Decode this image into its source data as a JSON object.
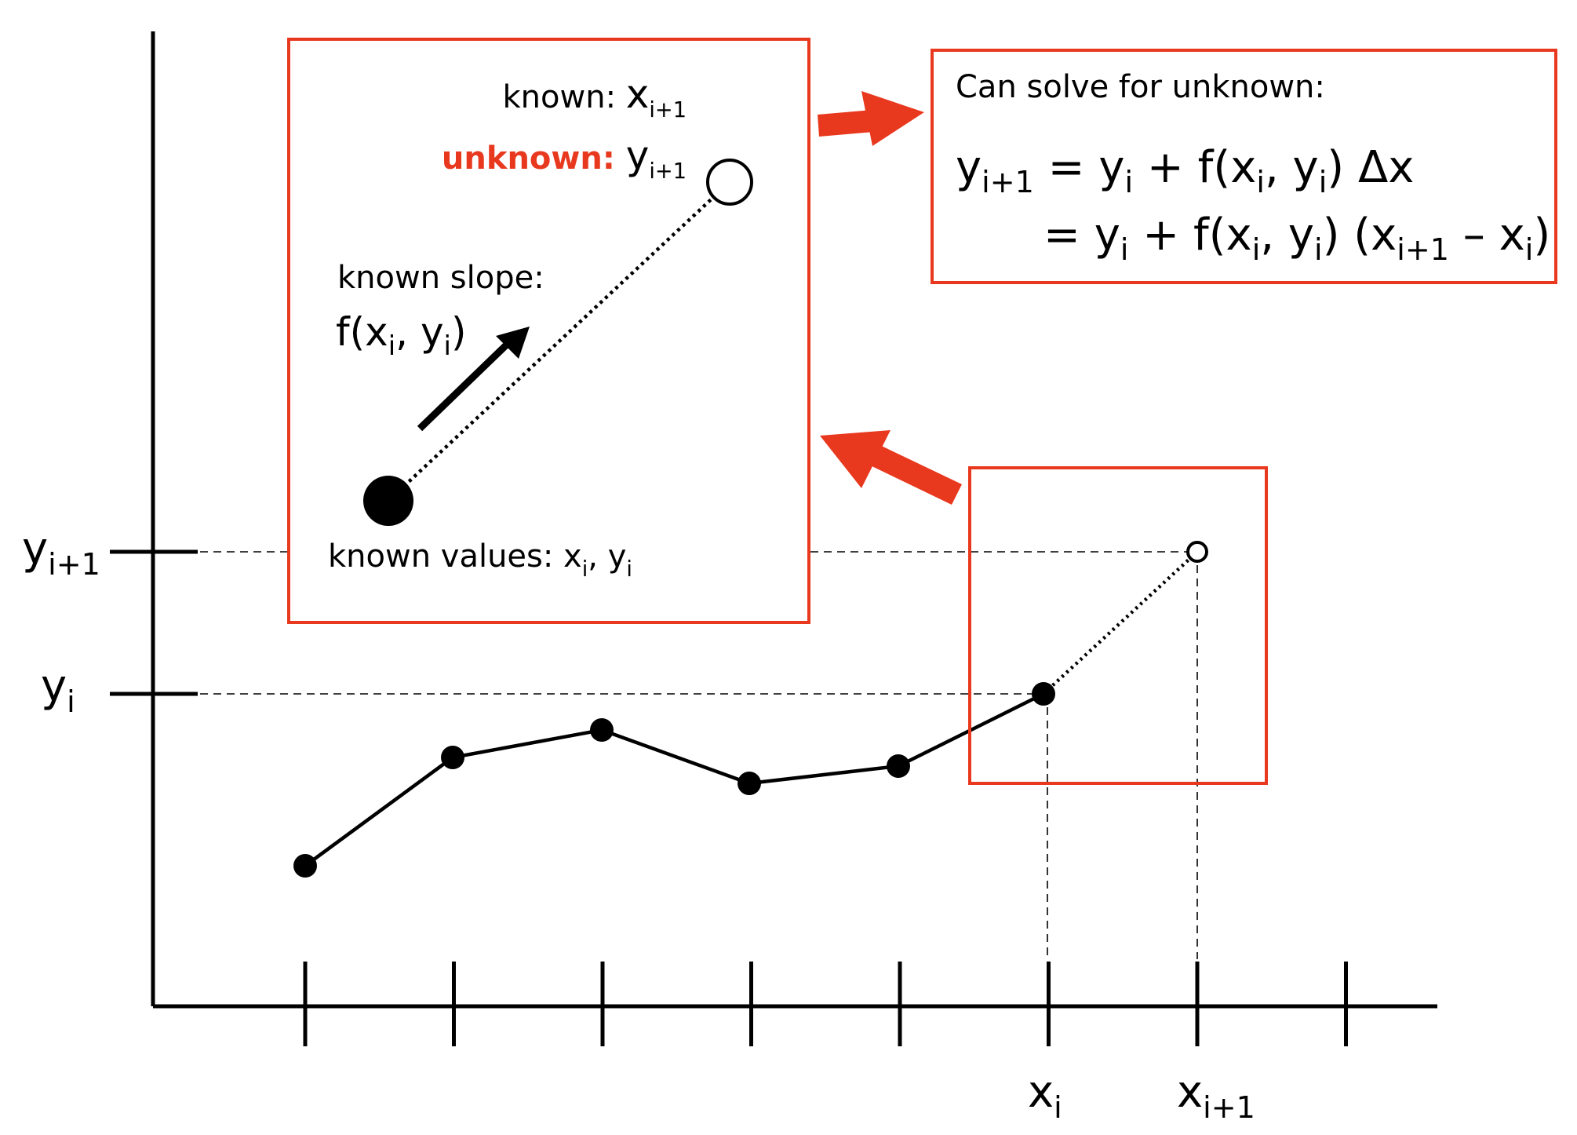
{
  "colors": {
    "accent": "#e8391f",
    "ink": "#000000",
    "background": "#ffffff"
  },
  "axes": {
    "y_labels": {
      "y_next": {
        "base": "y",
        "sub": "i+1"
      },
      "y_curr": {
        "base": "y",
        "sub": "i"
      }
    },
    "x_labels": {
      "x_curr": {
        "base": "x",
        "sub": "i"
      },
      "x_next": {
        "base": "x",
        "sub": "i+1"
      }
    },
    "x_tick_count": 8
  },
  "zoom_panel": {
    "known_x_label": "known: ",
    "known_x_base": "x",
    "known_x_sub": "i+1",
    "unknown_label": "unknown: ",
    "unknown_base": "y",
    "unknown_sub": "i+1",
    "slope_label": "known slope:",
    "slope_f": "f(x",
    "slope_sub_i1": "i",
    "slope_comma": ", y",
    "slope_sub_i2": "i",
    "slope_close": ")",
    "known_values_label": "known values: x",
    "known_values_sub1": "i",
    "known_values_comma": ", y",
    "known_values_sub2": "i"
  },
  "solution_panel": {
    "title": "Can solve for unknown:",
    "line1": {
      "lhs_base": "y",
      "lhs_sub": "i+1",
      "eq": " = y",
      "sub_a": "i",
      "plus": " + f(x",
      "sub_b": "i",
      "comma": ", y",
      "sub_c": "i",
      "tail": ") Δx"
    },
    "line2": {
      "eq": "= y",
      "sub_a": "i",
      "plus": " + f(x",
      "sub_b": "i",
      "comma": ", y",
      "sub_c": "i",
      "mid": ") (x",
      "sub_d": "i+1",
      "minus": " – x",
      "sub_e": "i",
      "close": ")"
    }
  }
}
